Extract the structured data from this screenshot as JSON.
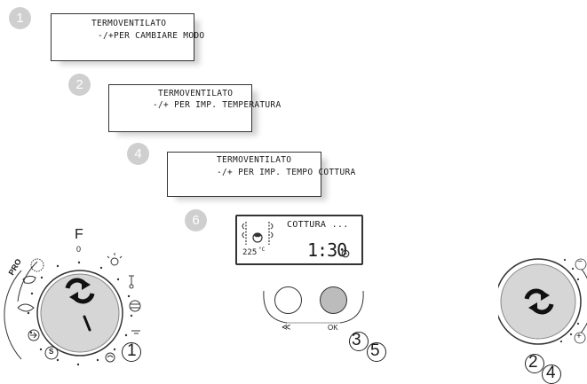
{
  "steps": [
    {
      "badge": "1",
      "line1": "TERMOVENTILATO",
      "line2": "-/+PER CAMBIARE MODO"
    },
    {
      "badge": "2",
      "line1": "TERMOVENTILATO",
      "line2": "-/+ PER IMP. TEMPERATURA"
    },
    {
      "badge": "4",
      "line1": "TERMOVENTILATO",
      "line2": "-/+ PER IMP. TEMPO COTTURA"
    },
    {
      "badge": "6"
    }
  ],
  "display": {
    "status": "COTTURA ...",
    "temperature": "225",
    "temp_unit": "°C",
    "time": "1:30"
  },
  "mode_knob": {
    "top_label": "F",
    "zero_label": "0",
    "pro_label": "PRO",
    "s_label": "S",
    "callout": "1"
  },
  "buttons": {
    "left_label": "≪",
    "ok_label": "OK",
    "callout_a": "3",
    "callout_b": "5"
  },
  "adjust_knob": {
    "minus": "−",
    "plus": "+",
    "callout_a": "2",
    "callout_b": "4"
  },
  "colors": {
    "badge": "#cfcfcf",
    "line": "#333333",
    "knob_fill": "#d6d6d6",
    "ok_button": "#bcbcbc"
  }
}
